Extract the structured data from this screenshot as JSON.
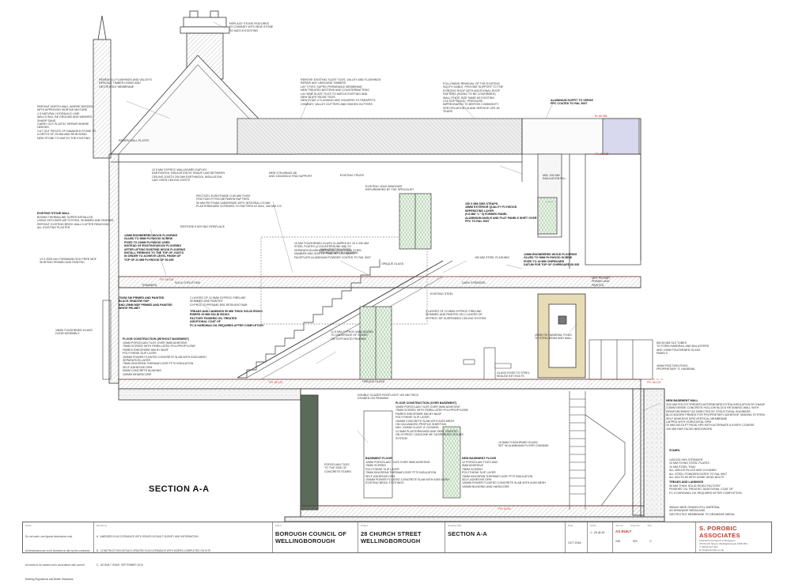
{
  "drawing": {
    "section_label": "SECTION A-A",
    "notes": [
      {
        "id": "replace-stone",
        "text": "REPLACE STONE FEATURES\nTO CHIMNEY WITH NEW STONE\nTO MATCH EXISTING"
      },
      {
        "id": "renew-flashings",
        "text": "RENEW ALL FLASHINGS AND VALLEYS\nREPLACE TIMBER LINING AND\nGEOTEXTILE MEMBRANE"
      },
      {
        "id": "repoint",
        "text": "REPOINT NORTH WALL WHERE NEEDED\nWITH APPROVED MORTAR MIXTURE\n1:3 NATURAL HYDRAULIC LIME\nWALLS WILL BE GROUND AND WASHED:\nSHARP SAND\nCARRY OUT PLASTIC REPAIR WHERE\nNEEDED\nCUT OUT PIECES OF DAMAGED STONE TO\nA DEPTH OF 25 MM AND REIN BOND\nNEW STONE TO MATCH THE EXISTING"
      },
      {
        "id": "roof-slates",
        "text": "REMOVE EXISTING SLATE TILES, VALLEY AND FLASHINGS\nREPAIR ANY UNSOUND TIMBERS\nLAY TYVEC SUPRO PERMEABLE MEMBRANE\nNEW TREATED BATTENS AND COUNTERBATTENS\nLAY NEW SLATE TILES TO MATCH EXISTING AND\nNEW SLATE RIDGE TILES\nNEW CODE 4 FLASHING AND SOAKERS TO PARAPETS,\nCHIMNEY, VALLEY GUTTERS AND HIDDEN GUTTERS"
      },
      {
        "id": "south-gable",
        "text": "FOLLOWING REMOVAL OF THE EXISTING\nSOUTH GABLE, PROVIDE SUPPORT TO THE\nEXISTING ROOF WITH ADDITIONAL ROOF\nRAFTERS (SIZING TO BE CONFIRMED)\nWALL PLATE SIZE SAME AS EXISTING\nC16 SOFTWOOD, PRESSURE\nIMPREGNATED TO BRITISH COMMODITY\nSPECIFICATION C8 AND SERVICE LIFE 60\nYEARS"
      },
      {
        "id": "aluminium-soffit",
        "text": "ALUMINIUM SOFFIT TO VERGE\nPPC COATED TO RAL 9007"
      },
      {
        "id": "renew-wall-plates",
        "text": "RENEW WALL PLATES"
      },
      {
        "id": "plasterboard",
        "text": "12.5 MM GYPROC WALLBOARD DUPLEX\nEARTHWOOL INSULATION BY KNAUF LAID BETWEEN\nCEILING JOISTS 200 MM EARTHWOOL INSULATION\nLAID OVER CEILING JOISTS"
      },
      {
        "id": "new-steel",
        "text": "NEW 373x198x63 UB\nAND 150x150x12 RSA SUPPORT"
      },
      {
        "id": "existing-truss",
        "text": "EXISTING TRUSS"
      },
      {
        "id": "lead-windows",
        "text": "EXISTING LEAD WINDOWS\nREFURBISHED BY THE SPECIALIST"
      },
      {
        "id": "insulation-fill",
        "text": "MIN. 200 MM\nINSULATION FILL"
      },
      {
        "id": "ceiling-spec",
        "text": "RECTICEL EUROTHANE G 80 MM THICK\nFRICTION FITTED BETWEEN RAFTERS\n30 MM PIR FOAM UNDERSIDE WITH INTEGRAL 0.5 MM\nPLASTERBOARD SCREWED TO RAFTERS AT MAX. 300 MM C/C"
      },
      {
        "id": "restore-fireplace",
        "text": "RESTORE EXISTING FIREPLACE"
      },
      {
        "id": "sws-straps",
        "text": "150 X MM SWS STRAPS\n18MM EXTERIOR QUALITY PLYWOOD\nSEPERATING LAYER\n(0.8 MM \"L\" 5) FORMED PANEL\nALUMINIUM ANGLE AND FLAT PANELS SHIFT OVER\nPPC TO RAL 9007"
      },
      {
        "id": "stone-wall",
        "text": "EXISTING STONE WALL",
        "bold": true
      },
      {
        "id": "stone-wall-spec",
        "text": "BOWMI THERMALINE SUPER INSTALLED\nUSING DRYLINER WP SYSTEM, SKIMMED AND PAINTED\nREPOINT EXISTING BRICK WALLS AFTER REMOVING\nALL EXISTING PLASTER"
      },
      {
        "id": "eng-floor",
        "text": "12MM ENGINEERED WOOD FLOORING\nGLUED TO 9MM PLYWOOD SCREW\nFIXED TO 22MM PLYWOOD USED\nINSTEAD OF EXISTING WOOD FLOORING\nAFTER LIFTING EXISTING WOOD FLOORING\nINSTALL FIRRINGS TO THE TOP OF JOISTS\nIN ORDER TO ACHIEVE LEVEL FINISH OF\nTOP OF 22 MM PLYWOOD OF 66.935",
        "bold": true
      },
      {
        "id": "handrail",
        "text": "40MM FRICTION FIXED\nPROPRIETARY 'S' HANDRAIL"
      },
      {
        "id": "glass-balustrade",
        "text": "15 MM TOUGHENED GLASS CLAMPED BY 15 X 250 MM\nSTEEL PLATES (4 COUNTERSUNK M8) TO\nSEPARATION AREA BETWEEN GLASS AND STEEL\nNUMBER AND SIZE OF PANS BY SPECIALIST\nFACEPLATE ALUMINIUM POWDER COATED TO RAL 9007"
      },
      {
        "id": "opaque-glass-1",
        "text": "OPAQUE GLASS"
      },
      {
        "id": "wall-pelmet",
        "text": "13 X 2000 mm FORMA008 HOG FREE MDF\nSKIRTING PRIMED AND PAINTED"
      },
      {
        "id": "chipboard",
        "text": "12MM ENGINEERED WOOD FLOORING\nGLUED TO 9MM PLYWOOD SCREW\nFIXED TO 18 MM CHIPBOARD\nDATUM FOR TOP OF CHIPBOARD 66.935"
      },
      {
        "id": "trimmers",
        "text": "TRIMMERS"
      },
      {
        "id": "solid-strutting",
        "text": "SOLID STRUTTING"
      },
      {
        "id": "dado-skirt",
        "text": "70X58 SW PRIMED AND PAINTED\nBLACK SHADOW GAP\nAND 15MM MDF PRIMED AND PAINTED\nWHITE PELMET",
        "bold": true
      },
      {
        "id": "gyproc-fireline",
        "text": "2 LAYERS OF 12.5MM GYPROC FIRELINE\nSKIMMED AND PAINTED\nGYPROC GYPFRAME RB1 RESILIENT BAR"
      },
      {
        "id": "treads",
        "text": "TREADS AND LANDINGS 50 MM THICK SOLID IROKO\nRISERS 25 MM SOLID IROKO\nFACTORY FINISHED OIL TREATED\nADDITIONAL COAT OF\nFC-S HARDWAX-OIL REQUIRED AFTER COMPLETION",
        "bold": true
      },
      {
        "id": "dark-stringer",
        "text": "DARK STRINGER"
      },
      {
        "id": "existing-steel",
        "text": "EXISTING STEEL"
      },
      {
        "id": "fireline-3-layers",
        "text": "3 LAYERS OF 12.5MM GYPROC FIRELINE\nSKIMMED AND PAINTED ON 2 LAYERS OF\nGYPROC MF SUSPENDED CEILING SYSTEM"
      },
      {
        "id": "mdf-pelmet",
        "text": "MDF PELMET\nPRIMED AND\nPAINTED"
      },
      {
        "id": "glass-door",
        "text": "15MM TOUGHENED GLASS\nDOOR ASSEMBLY"
      },
      {
        "id": "floor-construction",
        "text": "FLOOR CONSTRUCTION (WITHOUT BASEMENT)",
        "bold": true
      },
      {
        "id": "floor-spec",
        "text": "10MM PORCELAIN TILES OVER 5MM ADHESIVE\n75MM SCREED WITH FIBRILLATED POLYPROPYLENE\nFIBRES RHEOFIBRE 660 BY BASF\nPOLYTHENE SLIP LAYER\n150MM POWER FLOATED CONCRETE SLAB WITH A393 MESH\nSEPARATION LAYER\n75MM KINGSPAN THERMAFLOOR TF70 INSULATION\nSELF-ADHESIVE DPM\n50MM CONCRETE BLINDING\n150MM MHARDCORE"
      },
      {
        "id": "gyproc-wallboard",
        "text": "12.5 MM GYPROC WALLBOARD\nTO UNDERSIDE OF STAIRS\nON SOFTWOOD FRAMING"
      },
      {
        "id": "hardrail-fixed",
        "text": "40MM OS HANDRAIL FIXED\nTO STEEL BEAM AND WALL"
      },
      {
        "id": "steel-tubes",
        "text": "60X15 MM SLS TUBES\nTO FORM HANDRAIL AND BALUSTERS\nAND 10MM TOUGHENED GLASS\nPANELS"
      },
      {
        "id": "handrail-2",
        "text": "40MM FRICTION FIXED\nPROPRIETARY 'S' HANDRAIL"
      },
      {
        "id": "opaque-glass-2",
        "text": "OPAQUE GLASS"
      },
      {
        "id": "glass-fixed",
        "text": "GLASS FIXED TO STEEL\nSEALED KEY BOLTS"
      },
      {
        "id": "new-basement-wall-head",
        "text": "NEW BASEMENT WALL",
        "bold": true
      },
      {
        "id": "new-basement-wall",
        "text": "3/20 MM POLYSTYRENE/PLASTERBOARD EXTRA INSULATION BY KNAUF\n215MM DENSE CONCRETE HOLLOW BLOCK RETAINING WALL WITH\nREINFORCEMENT AS DIRECTED BY STRUCTURAL ENGINEER\nBLOCKWORK PRIMED FOR PROPRIETARY ADHESIVE TANKING SYSTEM\nSELF ADHESIVE DPM VERTICAL MEMBRANE\nLAPPED WITH HORIZONTAL DPM\n20 MM DELTA PT RIGID XPS WITH ALTERNATE 6 EVERY COURSE\n100 MM FAIR FACED BRICKWORK"
      },
      {
        "id": "floor-construction-basement",
        "text": "FLOOR CONSTRUCTION (OVER BASEMENT)",
        "bold": true
      },
      {
        "id": "floor-basement-spec",
        "text": "10MM PORCELAIN TILES OVER 5MM ADHESIVE\n75MM SCREED WITH FIBRILLATED POLYPROPYLENE\nFIBRES RHEOFIBRE 660 BY BASF\nPOLYTHENE SLIP LAYER\n150MM CONCRETE SLAB WITH A393 MESH\nON GALVANIZED PROFILE SHEETING\nMIN. 100MM CLASS 'A' GOVARD\n12.5MM PLASTERBOARD AND SKIM, PAINTED\nON GYPROC CASOLINE MF SUSPENDED CEILING\nSYSTEM"
      },
      {
        "id": "toughened-glass-channel",
        "text": "10.5MM TOUGHENED GLASS\nSET IN ALUMINIUM FLOOR CHANNEL"
      },
      {
        "id": "stairs-head",
        "text": "STAIRS:",
        "bold": true
      },
      {
        "id": "stairs-spec",
        "text": "140X100 SHS STRINGER\n10 MM FIXING STEEL PLATES\n10 MM STEEL TRAY\nALL WELDS FILLED AND CLEANED\nALL STEEL POWDERCOATED TO RAL 9007\nALL BOLTS 80 WITH DOME HEAD BOLTS",
        "bold": false
      },
      {
        "id": "stairs-treads-head",
        "text": "TREADS AND LANDINGS",
        "bold": true
      },
      {
        "id": "stairs-treads",
        "text": "50 MM THICK SOLID IROKO FACTORY\nFINISHED OIL TREATED. ADDITIONAL COAT OF\nFC-S HARDWAX-OIL REQUIRED AFTER COMPLETION."
      },
      {
        "id": "porcelain-tiles",
        "text": "PORCELAIN TILES\nTO THE SIDE OF\nCONCRETE STAIRS"
      },
      {
        "id": "basement-floor",
        "text": "BASEMENT FLOOR",
        "bold": true
      },
      {
        "id": "basement-floor-spec",
        "text": "10MM PORCELAIN TILES OVER 5MM ADHESIVE\n75MM SCREED\nPOLYTHENE SLIP LAYER\n75MM KINGSPAN THERMAFLOOR TF70 INSULATION\nSELF-ADHESIVE DPM\n150MM POWER FLOATED CONCRETE SLAB WITH A393 MESH\nEXISTING BRICK FOOTINGS"
      },
      {
        "id": "new-basement-floor",
        "text": "NEW BASEMENT FLOOR",
        "bold": true
      },
      {
        "id": "new-basement-floor-spec",
        "text": "10 PORCELAIN TILES AND\n5MM ADHESIVE\n75MM SCREED\nPOLYTHENE SLIP LAYER\n75MM KINGSPAN THERMAFLOOR TF70 INSULATION\nSELF-ADHESIVE DPM\n150MM POWER FLOATED CONCRETE SLAB WITH A393 MESH\n150MM BLINDING AND HARDCORE"
      },
      {
        "id": "drainage",
        "text": "450mm WIDE GRAVEL/FILL MATERIAL\nAS DRAINAGE MEDIA AND\nGEOTEXTILE MEMBRANE TO DRAINAGE MEDIA"
      },
      {
        "id": "suspended-ceiling",
        "text": "DOUBLE GLAZED ROOFLIGHT 100 NM THICK\nSTAINED ON FRAMING"
      },
      {
        "id": "aluminium-fixing",
        "text": "150 MM STEEL FLASHING"
      }
    ],
    "levels": [
      {
        "id": "lvl-upper-right",
        "text": "FFL 66.935"
      },
      {
        "id": "lvl-first",
        "text": "FFL 66.935"
      },
      {
        "id": "lvl-ground",
        "text": "FFL 66.123"
      },
      {
        "id": "lvl-ground-right",
        "text": "FFL 66.123"
      },
      {
        "id": "lvl-basement",
        "text": "FFL 63.05"
      },
      {
        "id": "lvl-roof-apex",
        "text": "RL 86.586"
      }
    ]
  },
  "titleblock": {
    "notes_caption": "Notes",
    "notes_text": "Do not scale, use figured dimensions only.\nAll dimensions are to be checked on site by the contractor\nAll works to be carried out in accordance with current\nBuilding Regulations and British Standards.",
    "revisions_caption": "Revisions",
    "revisions_text": "A - AMENDED IN ACCORDANCE WITH ISSUED AS BUILT SURVEY AND INFORMATION\nB - CONSTRUCTION DETAILS UPDATED IN ACCORDANCE WITH WORKS COMPLETED ON SITE\nC - AS BUILT ISSUE, SEPTEMBER 2016",
    "client_caption": "Client",
    "client": "BOROUGH COUNCIL OF\nWELLINGBOROUGH",
    "project_caption": "Project",
    "project": "28 CHURCH STREET\nWELLINGBOROUGH",
    "drawing_caption": "Drawing Title",
    "drawing_title": "SECTION A-A",
    "date_caption": "Date",
    "date": "OCT 2016",
    "scale_caption": "Scale",
    "scale": "1 : 25 @ A1",
    "job_caption": "Job No",
    "job": "236",
    "drw_caption": "Draw No",
    "drw": "323",
    "rev_caption": "Rev",
    "rev": "C",
    "status": "AS BUILT",
    "brand_name": "S. POROBIC ASSOCIATES",
    "brand_sub": "Chartered Architects & Designers\n28 Church Street, Wellingborough, NN8 4PA\nT 01933 227 410\nE info@sporobic.co.uk"
  },
  "colors": {
    "line": "#3b3b3b",
    "hatch": "#8a8a8a",
    "glass": "#6ca66c",
    "cladding_blue": "#d8d8ee",
    "fire_panel": "#e8dcb6",
    "redline": "#c0392b",
    "brand_red": "#c0392b"
  }
}
